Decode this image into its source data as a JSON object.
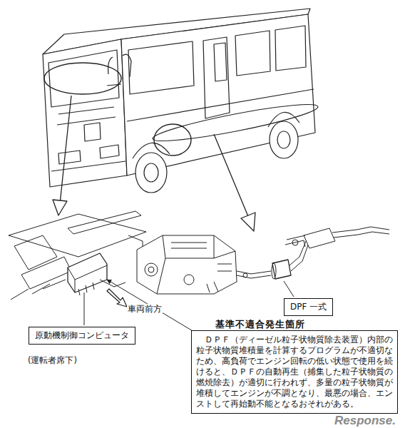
{
  "diagram": {
    "nodes": [
      {
        "text": [
          "原動機制御コンピュータ"
        ]
      },
      {
        "text": [
          "DPF 一式"
        ]
      },
      {
        "text": [
          "基準不適合発生箇所",
          "ＤＰＦ（ディーゼル粒子状物質除去装置）内部の粒子状物質堆積量を計算するプログラムが不適切なため、高負荷でエンジン回転の低い状態で使用を続けると、ＤＰＦの自動再生（捕集した粒子状物質の燃焼除去）が適切に行われず、多量の粒子状物質が堆積してエンジンが不調となり、最悪の場合、エンストして再始動不能となるおそれがある。"
        ]
      }
    ],
    "labels": [
      "車両前方",
      "(運転者席下)",
      "Response."
    ]
  }
}
